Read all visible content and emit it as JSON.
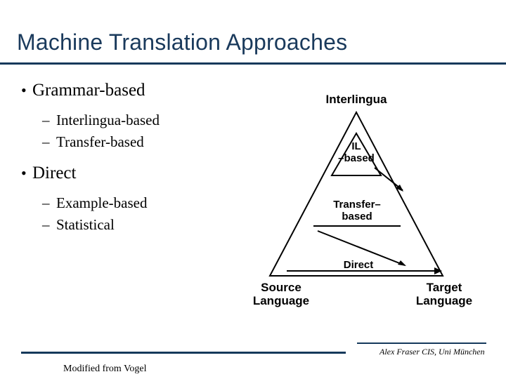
{
  "slide": {
    "title": "Machine Translation Approaches"
  },
  "bullets": [
    {
      "level": 1,
      "text": "Grammar-based"
    },
    {
      "level": 2,
      "text": "Interlingua-based"
    },
    {
      "level": 2,
      "text": "Transfer-based"
    },
    {
      "level": 1,
      "text": "Direct"
    },
    {
      "level": 2,
      "text": "Example-based"
    },
    {
      "level": 2,
      "text": "Statistical"
    }
  ],
  "diagram": {
    "labels": {
      "interlingua": "Interlingua",
      "il_based": "IL\n–based",
      "transfer": "Transfer–\nbased",
      "direct": "Direct",
      "source": "Source\nLanguage",
      "target": "Target\nLanguage"
    }
  },
  "footer": {
    "left": "Modified from Vogel",
    "right": "Alex Fraser\nCIS, Uni München"
  },
  "colors": {
    "title": "#1a3a5c",
    "rule": "#15395b",
    "text": "#000000",
    "background": "#ffffff"
  }
}
